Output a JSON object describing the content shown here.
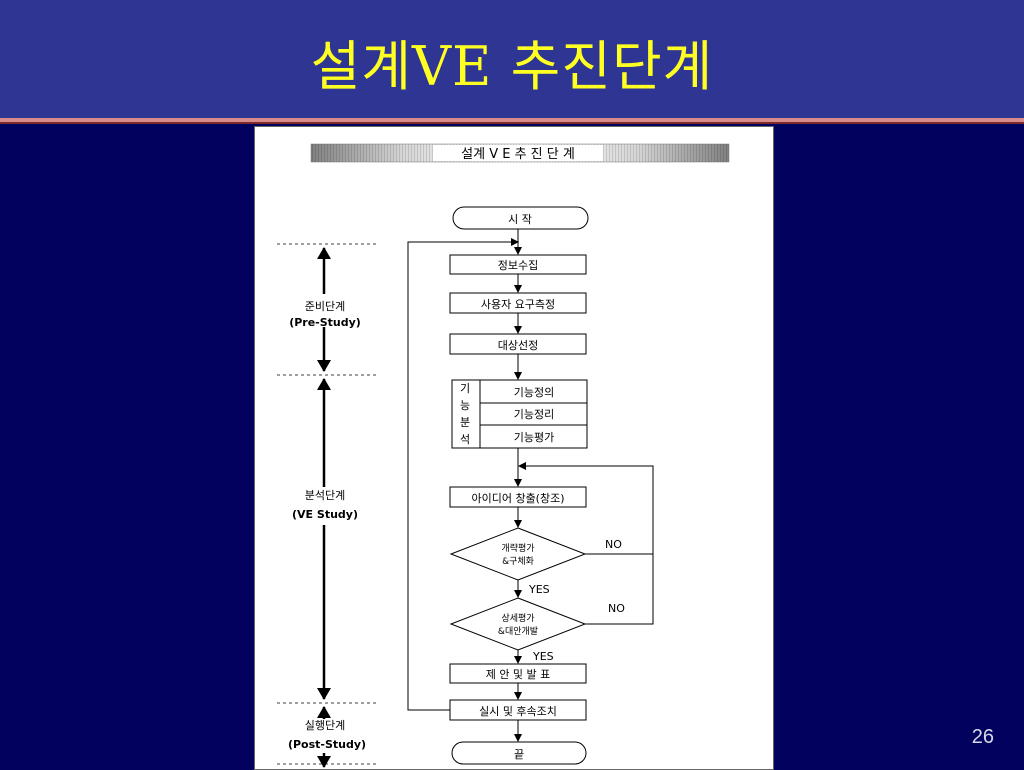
{
  "slide": {
    "title": "설계VE 추진단계",
    "page_number": "26"
  },
  "diagram": {
    "banner": "설계 V E  추 진 단 계",
    "start": "시   작",
    "end": "끝",
    "steps": {
      "info": "정보수집",
      "user_req": "사용자 요구측정",
      "target": "대상선정",
      "idea": "아이디어 창출(창조)",
      "proposal": "제 안  및  발 표",
      "implement": "실시  및  후속조치"
    },
    "function_analysis": {
      "side_chars": [
        "기",
        "능",
        "분",
        "석"
      ],
      "rows": [
        "기능정의",
        "기능정리",
        "기능평가"
      ]
    },
    "decisions": {
      "rough": [
        "개략평가",
        "&구체화"
      ],
      "detail": [
        "상세평가",
        "&대안개발"
      ]
    },
    "labels": {
      "no1": "NO",
      "no2": "NO",
      "yes1": "YES",
      "yes2": "YES"
    },
    "phases": {
      "pre": [
        "준비단계",
        "(Pre-Study)"
      ],
      "ve": [
        "분석단계",
        "(VE Study)"
      ],
      "post": [
        "실행단계",
        "(Post-Study)"
      ]
    }
  }
}
